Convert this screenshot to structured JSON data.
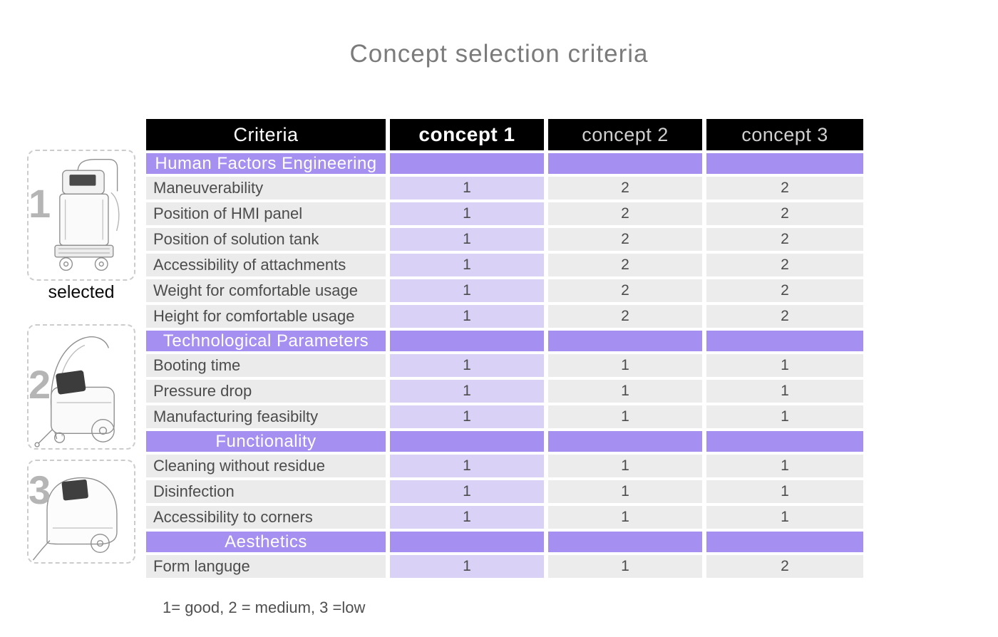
{
  "title": "Concept selection criteria",
  "selected_label": "selected",
  "legend_note": "1= good, 2 = medium, 3 =low",
  "sketch_numbers": [
    "1",
    "2",
    "3"
  ],
  "colors": {
    "header_bg": "#000000",
    "section_header_bg": "#a58ff0",
    "concept1_column_bg": "#d9d2f6",
    "row_bg": "#ececec"
  },
  "chart_data": {
    "type": "table",
    "title": "Concept selection criteria",
    "columns": [
      "Criteria",
      "concept 1",
      "concept 2",
      "concept 3"
    ],
    "value_legend": "1= good, 2 = medium, 3 =low",
    "sections": [
      {
        "name": "Human Factors Engineering",
        "rows": [
          {
            "label": "Maneuverability",
            "values": [
              1,
              2,
              2
            ]
          },
          {
            "label": "Position of HMI panel",
            "values": [
              1,
              2,
              2
            ]
          },
          {
            "label": "Position of solution tank",
            "values": [
              1,
              2,
              2
            ]
          },
          {
            "label": "Accessibility of attachments",
            "values": [
              1,
              2,
              2
            ]
          },
          {
            "label": "Weight for comfortable usage",
            "values": [
              1,
              2,
              2
            ]
          },
          {
            "label": "Height for comfortable usage",
            "values": [
              1,
              2,
              2
            ]
          }
        ]
      },
      {
        "name": "Technological Parameters",
        "rows": [
          {
            "label": "Booting time",
            "values": [
              1,
              1,
              1
            ]
          },
          {
            "label": "Pressure drop",
            "values": [
              1,
              1,
              1
            ]
          },
          {
            "label": "Manufacturing feasibilty",
            "values": [
              1,
              1,
              1
            ]
          }
        ]
      },
      {
        "name": "Functionality",
        "rows": [
          {
            "label": "Cleaning without residue",
            "values": [
              1,
              1,
              1
            ]
          },
          {
            "label": "Disinfection",
            "values": [
              1,
              1,
              1
            ]
          },
          {
            "label": "Accessibility to corners",
            "values": [
              1,
              1,
              1
            ]
          }
        ]
      },
      {
        "name": "Aesthetics",
        "rows": [
          {
            "label": "Form languge",
            "values": [
              1,
              1,
              2
            ]
          }
        ]
      }
    ]
  }
}
